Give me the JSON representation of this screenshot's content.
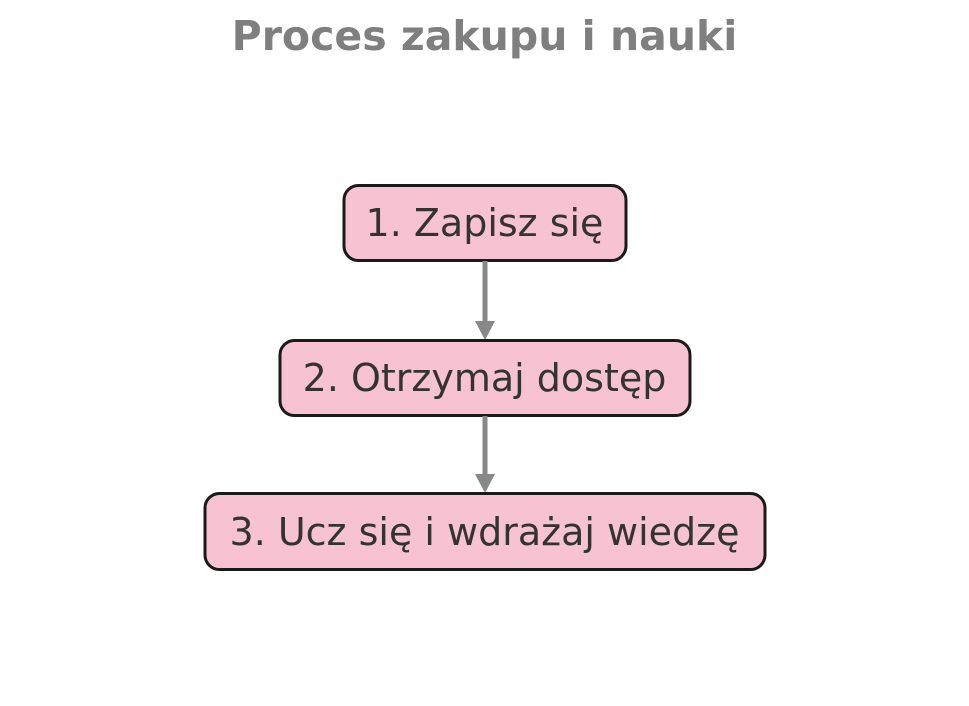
{
  "title": "Proces zakupu i nauki",
  "steps": [
    {
      "id": 1,
      "label": "1. Zapisz się"
    },
    {
      "id": 2,
      "label": "2. Otrzymaj dostęp"
    },
    {
      "id": 3,
      "label": "3. Ucz się i wdrażaj wiedzę"
    }
  ],
  "connections": [
    {
      "from": 1,
      "to": 2
    },
    {
      "from": 2,
      "to": 3
    }
  ],
  "colors": {
    "background": "#ffffff",
    "title_text": "#7f7f7f",
    "box_fill": "#f7c2d1",
    "box_border": "#1a1a1a",
    "box_text": "#333333",
    "arrow": "#888888"
  }
}
